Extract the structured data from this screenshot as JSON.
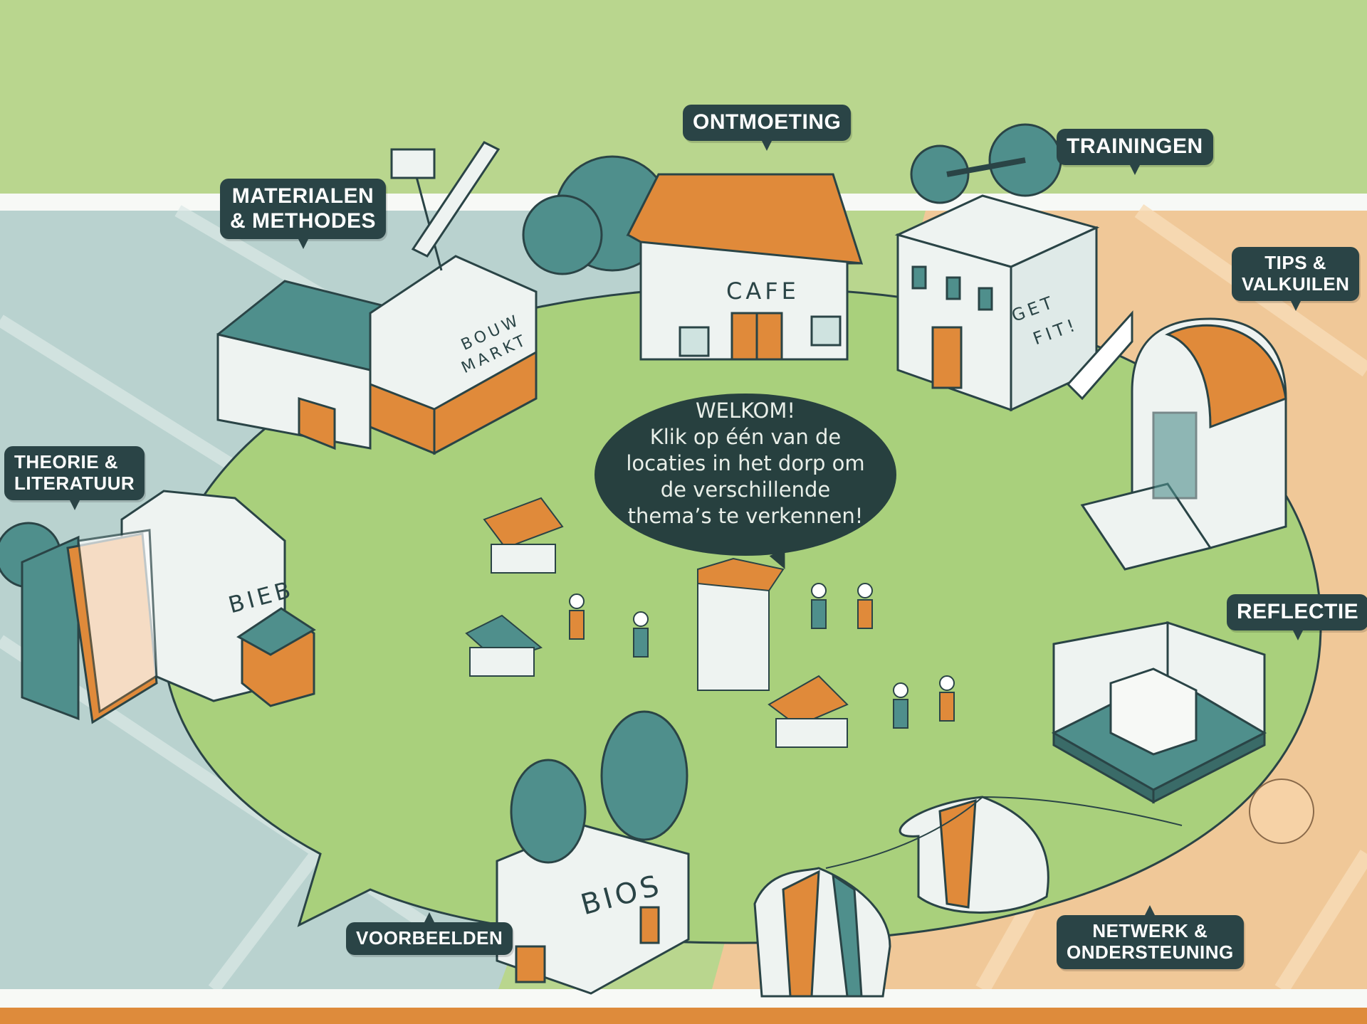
{
  "welcome": {
    "title": "WELKOM!",
    "lines": [
      "Klik op één van de",
      "locaties in het dorp om",
      "de verschillende",
      "thema’s te verkennen!"
    ]
  },
  "locations": {
    "materialen": {
      "line1": "MATERIALEN",
      "line2": "& METHODES"
    },
    "ontmoeting": {
      "label": "ONTMOETING"
    },
    "trainingen": {
      "label": "TRAININGEN"
    },
    "tips": {
      "line1": "TIPS &",
      "line2": "VALKUILEN"
    },
    "theorie": {
      "line1": "THEORIE &",
      "line2": "LITERATUUR"
    },
    "reflectie": {
      "label": "REFLECTIE"
    },
    "voorbeelden": {
      "label": "VOORBEELDEN"
    },
    "netwerk": {
      "line1": "NETWERK &",
      "line2": "ONDERSTEUNING"
    }
  },
  "signs": {
    "cafe": "CAFE",
    "bouwmarkt1": "BOUW",
    "bouwmarkt2": "MARKT",
    "bieb": "BIEB",
    "bios": "BIOS",
    "getfit1": "GET",
    "getfit2": "FIT!"
  },
  "colors": {
    "green": "#b9d68e",
    "teal": "#4f8f8c",
    "orange": "#e08a3a",
    "dark": "#27403f"
  }
}
